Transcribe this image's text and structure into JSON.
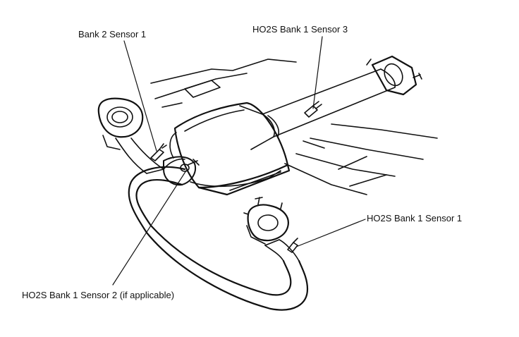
{
  "labels": {
    "bank2_sensor1": "Bank 2 Sensor 1",
    "ho2s_bank1_sensor3": "HO2S Bank 1 Sensor 3",
    "ho2s_bank1_sensor1": "HO2S Bank 1 Sensor 1",
    "ho2s_bank1_sensor2": "HO2S Bank 1 Sensor 2 (if applicable)"
  },
  "colors": {
    "line": "#111111",
    "background": "#ffffff"
  }
}
